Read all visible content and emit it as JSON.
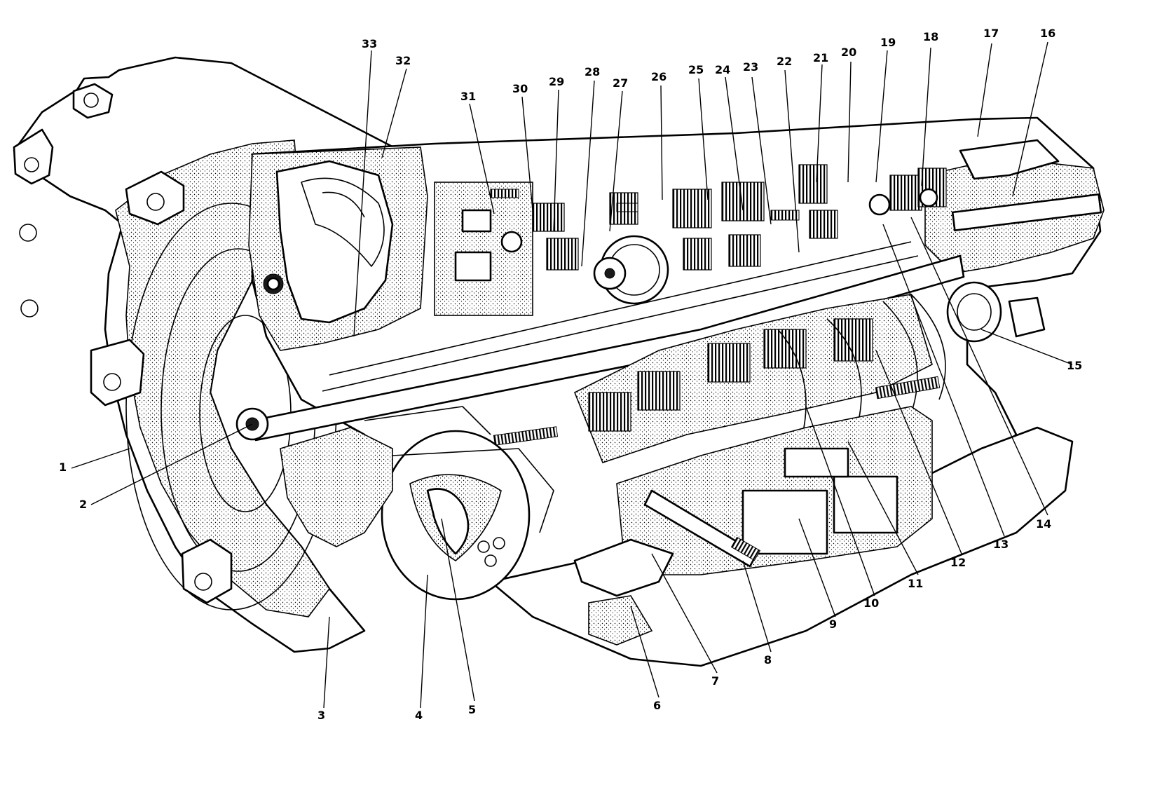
{
  "callouts": [
    {
      "label": "1"
    },
    {
      "label": "2"
    },
    {
      "label": "3"
    },
    {
      "label": "4"
    },
    {
      "label": "5"
    },
    {
      "label": "6"
    },
    {
      "label": "7"
    },
    {
      "label": "8"
    },
    {
      "label": "9"
    },
    {
      "label": "10"
    },
    {
      "label": "11"
    },
    {
      "label": "12"
    },
    {
      "label": "13"
    },
    {
      "label": "14"
    },
    {
      "label": "15"
    },
    {
      "label": "16"
    },
    {
      "label": "17"
    },
    {
      "label": "18"
    },
    {
      "label": "19"
    },
    {
      "label": "20"
    },
    {
      "label": "21"
    },
    {
      "label": "22"
    },
    {
      "label": "23"
    },
    {
      "label": "24"
    },
    {
      "label": "25"
    },
    {
      "label": "26"
    },
    {
      "label": "27"
    },
    {
      "label": "28"
    },
    {
      "label": "29"
    },
    {
      "label": "30"
    },
    {
      "label": "31"
    },
    {
      "label": "32"
    },
    {
      "label": "33"
    }
  ],
  "colors": {
    "ink": "#000000",
    "paper": "#ffffff"
  }
}
